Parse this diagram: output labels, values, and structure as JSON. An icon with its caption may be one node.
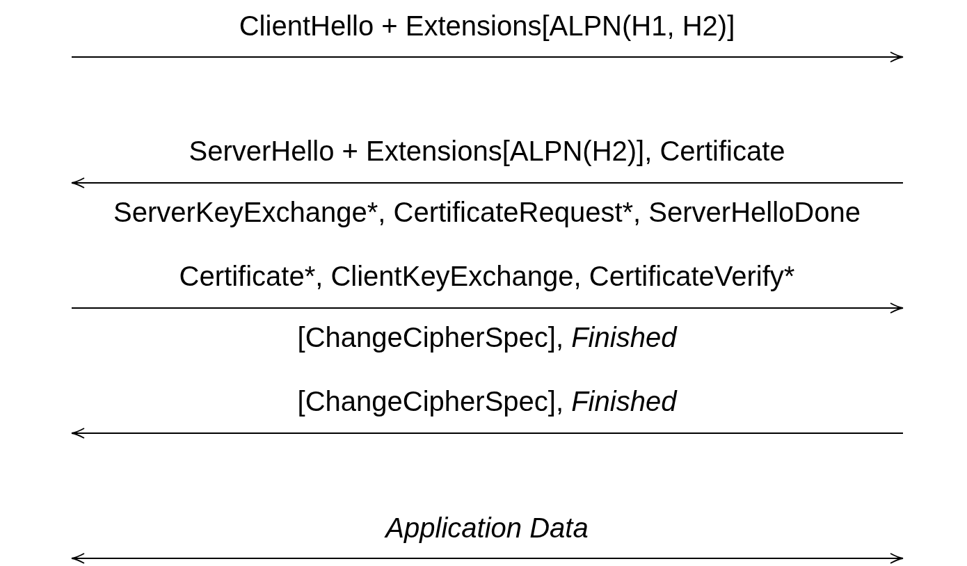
{
  "diagram": {
    "labels": [
      "ClientHello + Extensions[ALPN(H1, H2)]",
      "ServerHello + Extensions[ALPN(H2)], Certificate",
      "ServerKeyExchange*, CertificateRequest*, ServerHelloDone",
      "Certificate*, ClientKeyExchange, CertificateVerify*",
      "[ChangeCipherSpec], *Finished*",
      "[ChangeCipherSpec], *Finished*",
      "Application Data"
    ]
  }
}
